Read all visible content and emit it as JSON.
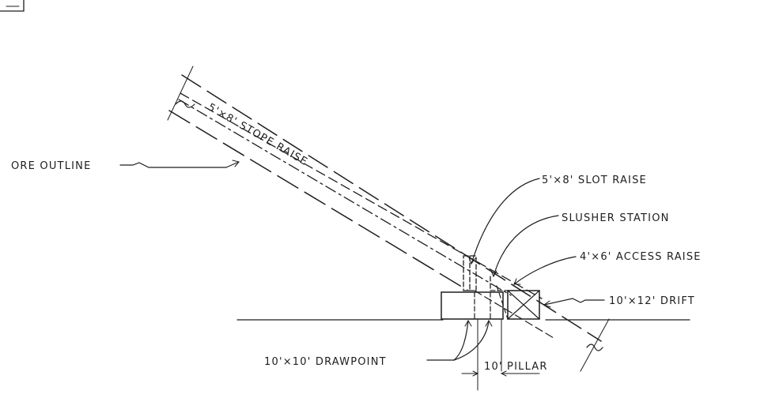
{
  "labels": {
    "stope_raise": "5'×8' STOPE RAISE",
    "ore_outline": "ORE OUTLINE",
    "slot_raise": "5'×8' SLOT RAISE",
    "slusher_station": "SLUSHER STATION",
    "access_raise": "4'×6' ACCESS RAISE",
    "drift": "10'×12' DRIFT",
    "drawpoint": "10'×10' DRAWPOINT",
    "pillar": "10' PILLAR"
  },
  "colors": {
    "ink": "#1e1e1e",
    "paper": "#ffffff"
  }
}
